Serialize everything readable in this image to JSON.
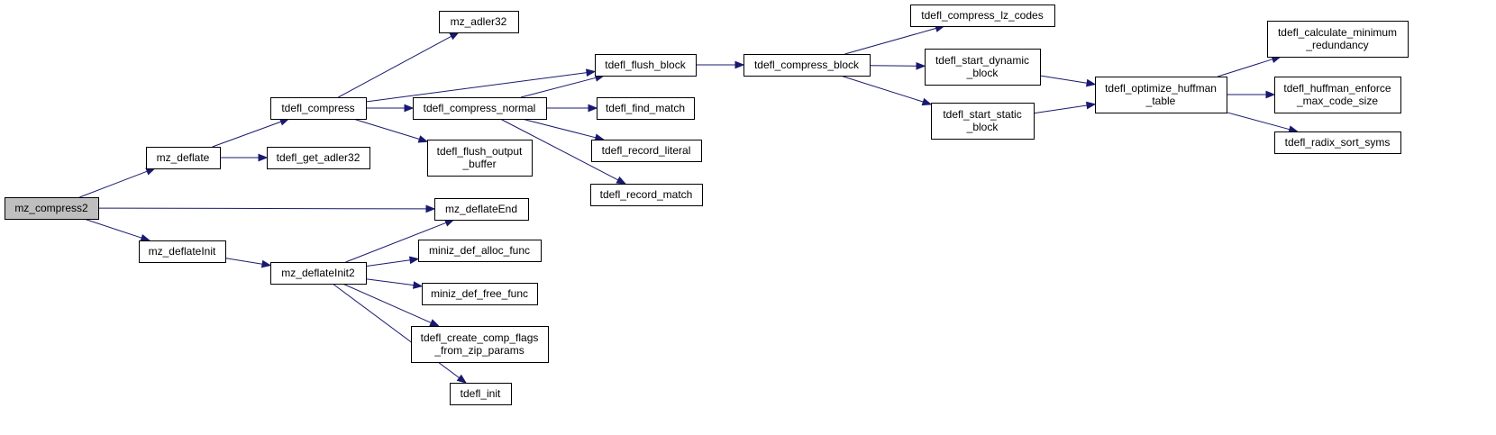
{
  "diagram": {
    "type": "call-graph",
    "colors": {
      "edge": "#191970",
      "root_fill": "#bfbfbf",
      "node_fill": "#ffffff",
      "node_border": "#000000"
    },
    "nodes": [
      {
        "id": "mz_compress2",
        "lines": [
          "mz_compress2"
        ],
        "root": true
      },
      {
        "id": "mz_deflate",
        "lines": [
          "mz_deflate"
        ]
      },
      {
        "id": "mz_deflateEnd",
        "lines": [
          "mz_deflateEnd"
        ]
      },
      {
        "id": "mz_deflateInit",
        "lines": [
          "mz_deflateInit"
        ]
      },
      {
        "id": "tdefl_compress",
        "lines": [
          "tdefl_compress"
        ]
      },
      {
        "id": "tdefl_get_adler32",
        "lines": [
          "tdefl_get_adler32"
        ]
      },
      {
        "id": "mz_adler32",
        "lines": [
          "mz_adler32"
        ]
      },
      {
        "id": "tdefl_flush_block",
        "lines": [
          "tdefl_flush_block"
        ]
      },
      {
        "id": "tdefl_compress_normal",
        "lines": [
          "tdefl_compress_normal"
        ]
      },
      {
        "id": "tdefl_flush_output_buffer",
        "lines": [
          "tdefl_flush_output",
          "_buffer"
        ]
      },
      {
        "id": "tdefl_find_match",
        "lines": [
          "tdefl_find_match"
        ]
      },
      {
        "id": "tdefl_record_literal",
        "lines": [
          "tdefl_record_literal"
        ]
      },
      {
        "id": "tdefl_record_match",
        "lines": [
          "tdefl_record_match"
        ]
      },
      {
        "id": "tdefl_compress_block",
        "lines": [
          "tdefl_compress_block"
        ]
      },
      {
        "id": "tdefl_compress_lz_codes",
        "lines": [
          "tdefl_compress_lz_codes"
        ]
      },
      {
        "id": "tdefl_start_dynamic_block",
        "lines": [
          "tdefl_start_dynamic",
          "_block"
        ]
      },
      {
        "id": "tdefl_start_static_block",
        "lines": [
          "tdefl_start_static",
          "_block"
        ]
      },
      {
        "id": "tdefl_optimize_huffman_table",
        "lines": [
          "tdefl_optimize_huffman",
          "_table"
        ]
      },
      {
        "id": "tdefl_calculate_minimum_redundancy",
        "lines": [
          "tdefl_calculate_minimum",
          "_redundancy"
        ]
      },
      {
        "id": "tdefl_huffman_enforce_max_code_size",
        "lines": [
          "tdefl_huffman_enforce",
          "_max_code_size"
        ]
      },
      {
        "id": "tdefl_radix_sort_syms",
        "lines": [
          "tdefl_radix_sort_syms"
        ]
      },
      {
        "id": "mz_deflateInit2",
        "lines": [
          "mz_deflateInit2"
        ]
      },
      {
        "id": "miniz_def_alloc_func",
        "lines": [
          "miniz_def_alloc_func"
        ]
      },
      {
        "id": "miniz_def_free_func",
        "lines": [
          "miniz_def_free_func"
        ]
      },
      {
        "id": "tdefl_create_comp_flags_from_zip_params",
        "lines": [
          "tdefl_create_comp_flags",
          "_from_zip_params"
        ]
      },
      {
        "id": "tdefl_init",
        "lines": [
          "tdefl_init"
        ]
      }
    ],
    "edges": [
      {
        "from": "mz_compress2",
        "to": "mz_deflate"
      },
      {
        "from": "mz_compress2",
        "to": "mz_deflateEnd"
      },
      {
        "from": "mz_compress2",
        "to": "mz_deflateInit"
      },
      {
        "from": "mz_deflate",
        "to": "tdefl_compress"
      },
      {
        "from": "mz_deflate",
        "to": "tdefl_get_adler32"
      },
      {
        "from": "tdefl_compress",
        "to": "mz_adler32"
      },
      {
        "from": "tdefl_compress",
        "to": "tdefl_flush_block"
      },
      {
        "from": "tdefl_compress",
        "to": "tdefl_compress_normal"
      },
      {
        "from": "tdefl_compress",
        "to": "tdefl_flush_output_buffer"
      },
      {
        "from": "tdefl_compress_normal",
        "to": "tdefl_flush_block"
      },
      {
        "from": "tdefl_compress_normal",
        "to": "tdefl_find_match"
      },
      {
        "from": "tdefl_compress_normal",
        "to": "tdefl_record_literal"
      },
      {
        "from": "tdefl_compress_normal",
        "to": "tdefl_record_match"
      },
      {
        "from": "tdefl_flush_block",
        "to": "tdefl_compress_block"
      },
      {
        "from": "tdefl_compress_block",
        "to": "tdefl_compress_lz_codes"
      },
      {
        "from": "tdefl_compress_block",
        "to": "tdefl_start_dynamic_block"
      },
      {
        "from": "tdefl_compress_block",
        "to": "tdefl_start_static_block"
      },
      {
        "from": "tdefl_start_dynamic_block",
        "to": "tdefl_optimize_huffman_table"
      },
      {
        "from": "tdefl_start_static_block",
        "to": "tdefl_optimize_huffman_table"
      },
      {
        "from": "tdefl_optimize_huffman_table",
        "to": "tdefl_calculate_minimum_redundancy"
      },
      {
        "from": "tdefl_optimize_huffman_table",
        "to": "tdefl_huffman_enforce_max_code_size"
      },
      {
        "from": "tdefl_optimize_huffman_table",
        "to": "tdefl_radix_sort_syms"
      },
      {
        "from": "mz_deflateInit",
        "to": "mz_deflateInit2"
      },
      {
        "from": "mz_deflateInit2",
        "to": "mz_deflateEnd"
      },
      {
        "from": "mz_deflateInit2",
        "to": "miniz_def_alloc_func"
      },
      {
        "from": "mz_deflateInit2",
        "to": "miniz_def_free_func"
      },
      {
        "from": "mz_deflateInit2",
        "to": "tdefl_create_comp_flags_from_zip_params"
      },
      {
        "from": "mz_deflateInit2",
        "to": "tdefl_init"
      }
    ]
  }
}
